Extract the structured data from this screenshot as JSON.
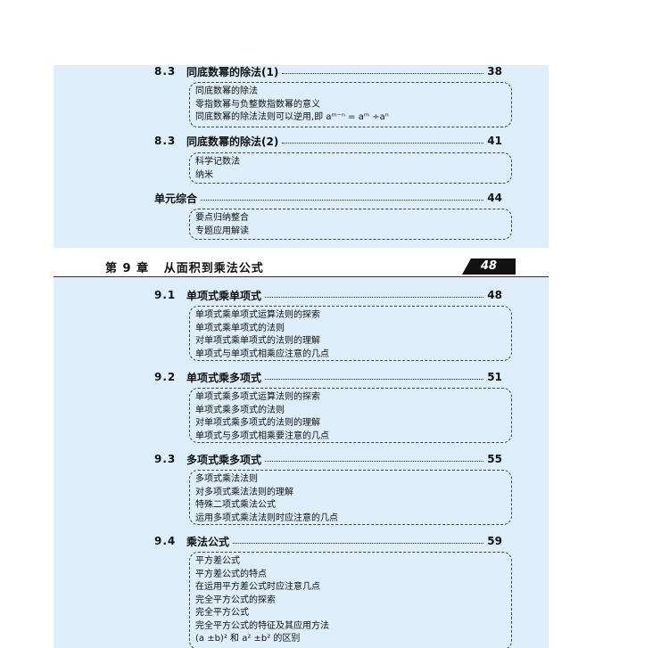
{
  "sections_top": [
    {
      "num": "8.3",
      "title": "同底数幂的除法(1)",
      "page": "38",
      "items": [
        "同底数幂的除法",
        "零指数幂与负整数指数幂的意义",
        "同底数幂的除法法则可以逆用,即 aᵐ⁻ⁿ = aᵐ ÷aⁿ"
      ]
    },
    {
      "num": "8.3",
      "title": "同底数幂的除法(2)",
      "page": "41",
      "items": [
        "科学记数法",
        "纳米"
      ]
    },
    {
      "num": "",
      "title": "单元综合",
      "page": "44",
      "items": [
        "要点归纳整合",
        "专题应用解读"
      ]
    }
  ],
  "chapter": {
    "label": "第 9 章",
    "title": "从面积到乘法公式",
    "page": "48"
  },
  "sections": [
    {
      "num": "9.1",
      "title": "单项式乘单项式",
      "page": "48",
      "items": [
        "单项式乘单项式运算法则的探索",
        "单项式乘单项式的法则",
        "对单项式乘单项式的法则的理解",
        "单项式与单项式相乘应注意的几点"
      ]
    },
    {
      "num": "9.2",
      "title": "单项式乘多项式",
      "page": "51",
      "items": [
        "单项式乘多项式运算法则的探索",
        "单项式乘多项式的法则",
        "对单项式乘多项式的法则的理解",
        "单项式与多项式相乘要注意的几点"
      ]
    },
    {
      "num": "9.3",
      "title": "多项式乘多项式",
      "page": "55",
      "items": [
        "多项式乘法法则",
        "对多项式乘法法则的理解",
        "特殊二项式乘法公式",
        "运用多项式乘法法则时应注意的几点"
      ]
    },
    {
      "num": "9.4",
      "title": "乘法公式",
      "page": "59",
      "items": [
        "平方差公式",
        "平方差公式的特点",
        "在运用平方差公式时应注意几点",
        "完全平方公式的探索",
        "完全平方公式",
        "完全平方公式的特征及其应用方法",
        "(a ±b)² 和 a² ±b² 的区别"
      ]
    }
  ]
}
